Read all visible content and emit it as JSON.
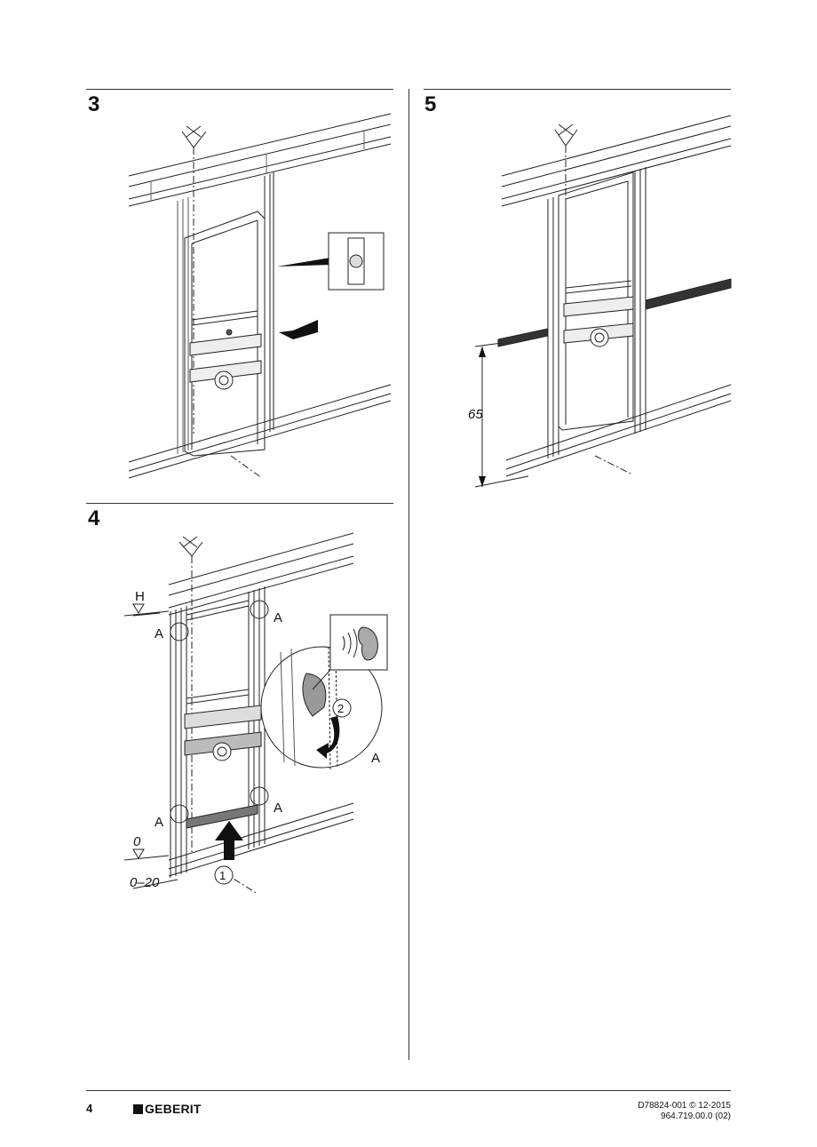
{
  "steps": [
    {
      "number": "3"
    },
    {
      "number": "4",
      "labels": {
        "h": "H",
        "a": "A",
        "zero": "0",
        "range": "0–20",
        "callout_1": "1",
        "callout_2": "2"
      }
    },
    {
      "number": "5",
      "dimension": "65"
    }
  ],
  "footer": {
    "page_number": "4",
    "brand": "GEBERIT",
    "doc_code": "D78824-001 © 12-2015",
    "article_code": "964.719.00.0 (02)"
  }
}
